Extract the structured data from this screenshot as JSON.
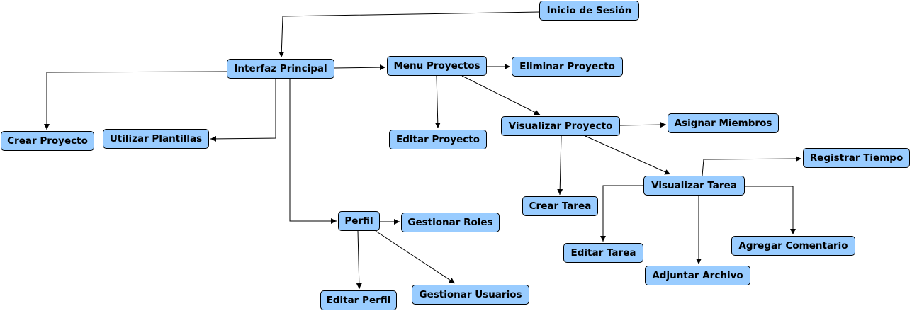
{
  "nodes": {
    "inicio": "Inicio de Sesión",
    "interfaz": "Interfaz Principal",
    "menu": "Menu Proyectos",
    "eliminar": "Eliminar Proyecto",
    "crear_proyecto": "Crear Proyecto",
    "plantillas": "Utilizar Plantillas",
    "editar_proyecto": "Editar Proyecto",
    "visualizar_proyecto": "Visualizar Proyecto",
    "asignar": "Asignar Miembros",
    "registrar": "Registrar Tiempo",
    "visualizar_tarea": "Visualizar Tarea",
    "crear_tarea": "Crear Tarea",
    "perfil": "Perfil",
    "gestionar_roles": "Gestionar Roles",
    "comentario": "Agregar Comentario",
    "editar_tarea": "Editar Tarea",
    "adjuntar": "Adjuntar Archivo",
    "editar_perfil": "Editar Perfil",
    "usuarios": "Gestionar Usuarios"
  },
  "colors": {
    "node_fill": "#99ccff",
    "node_border": "#000000",
    "edge": "#000000"
  },
  "edges": [
    {
      "from": "inicio",
      "to": "interfaz"
    },
    {
      "from": "interfaz",
      "to": "menu"
    },
    {
      "from": "interfaz",
      "to": "crear_proyecto"
    },
    {
      "from": "interfaz",
      "to": "plantillas"
    },
    {
      "from": "interfaz",
      "to": "perfil"
    },
    {
      "from": "menu",
      "to": "eliminar"
    },
    {
      "from": "menu",
      "to": "editar_proyecto"
    },
    {
      "from": "menu",
      "to": "visualizar_proyecto"
    },
    {
      "from": "visualizar_proyecto",
      "to": "asignar"
    },
    {
      "from": "visualizar_proyecto",
      "to": "crear_tarea"
    },
    {
      "from": "visualizar_proyecto",
      "to": "visualizar_tarea"
    },
    {
      "from": "visualizar_tarea",
      "to": "registrar"
    },
    {
      "from": "visualizar_tarea",
      "to": "editar_tarea"
    },
    {
      "from": "visualizar_tarea",
      "to": "adjuntar"
    },
    {
      "from": "visualizar_tarea",
      "to": "comentario"
    },
    {
      "from": "perfil",
      "to": "gestionar_roles"
    },
    {
      "from": "perfil",
      "to": "editar_perfil"
    },
    {
      "from": "perfil",
      "to": "usuarios"
    }
  ]
}
